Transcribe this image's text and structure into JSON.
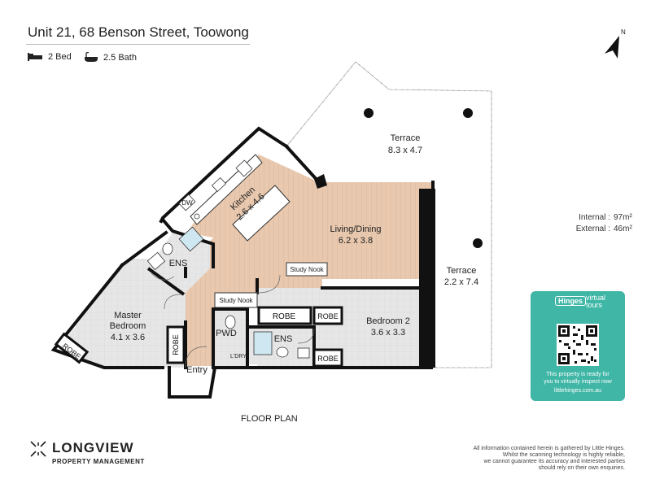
{
  "header": {
    "title": "Unit 21, 68 Benson Street, Toowong",
    "beds": "2 Bed",
    "baths": "2.5 Bath"
  },
  "compass": {
    "label": "N"
  },
  "rooms": {
    "terrace_main": {
      "name": "Terrace",
      "size": "8.3 x 4.7"
    },
    "terrace_side": {
      "name": "Terrace",
      "size": "2.2 x 7.4"
    },
    "kitchen": {
      "name": "Kitchen",
      "size": "2.6 x 4.6"
    },
    "living": {
      "name": "Living/Dining",
      "size": "6.2 x 3.8"
    },
    "master": {
      "name": "Master",
      "name2": "Bedroom",
      "size": "4.1 x 3.6"
    },
    "bedroom2": {
      "name": "Bedroom 2",
      "size": "3.6 x 3.3"
    },
    "ens1": "ENS",
    "ens2": "ENS",
    "pwd": "PWD",
    "ldry": "L'DRY",
    "dw": "DW",
    "entry": "Entry",
    "study1": "Study Nook",
    "study2": "Study Nook",
    "robe_master_corner": "ROBE",
    "robe_master_side": "ROBE",
    "robe_b2_main": "ROBE",
    "robe_b2_small1": "ROBE",
    "robe_b2_small2": "ROBE"
  },
  "areas": {
    "internal_label": "Internal :",
    "internal_value": "97m²",
    "external_label": "External :",
    "external_value": "46m²"
  },
  "hinges": {
    "brand": "Hinges",
    "virtual": "virtual",
    "tours": "tours",
    "text1": "This property is ready for",
    "text2": "you to virtually inspect now",
    "url": "littlehinges.com.au"
  },
  "floor_plan_label": "FLOOR PLAN",
  "logo": {
    "name": "LONGVIEW",
    "sub": "PROPERTY MANAGEMENT"
  },
  "disclaimer": [
    "All information contained herein is gathered by Little Hinges.",
    "Whilst the scanning technology is highly reliable,",
    "we cannot guarantee its accuracy and interested parties",
    "should rely on their own enquiries."
  ],
  "colors": {
    "floor_wood": "#e8c8ae",
    "floor_tile": "#e3e3e3",
    "wall": "#111111",
    "brand_teal": "#3fb6a6"
  }
}
